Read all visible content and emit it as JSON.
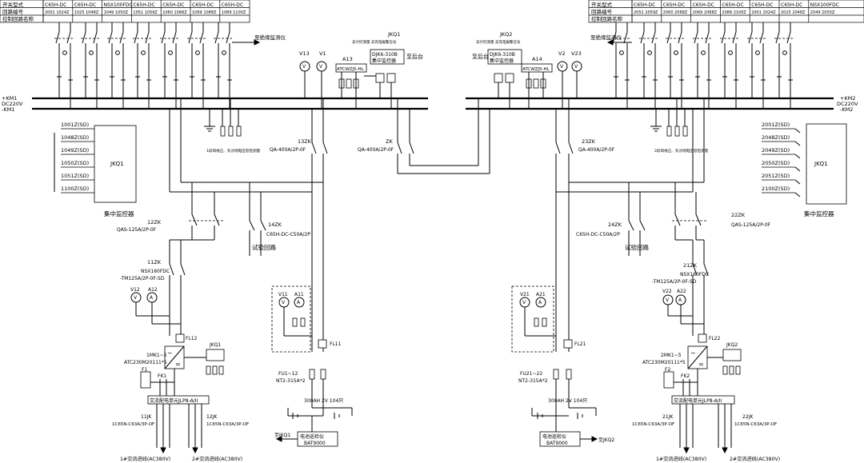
{
  "tables": {
    "left": {
      "row_labels": [
        "开关型式",
        "回路编号",
        "控制回路名称"
      ],
      "columns": [
        {
          "type": "C65H-DC",
          "code": "2001 1024Z"
        },
        {
          "type": "C65H-DC",
          "code": "1025 1048Z"
        },
        {
          "type": "NSX100FDC",
          "code": "1049 1050Z"
        },
        {
          "type": "C65H-DC",
          "code": "1051 1059Z"
        },
        {
          "type": "C65H-DC",
          "code": "1060 1068Z"
        },
        {
          "type": "C65H-DC",
          "code": "1069 1088Z"
        },
        {
          "type": "C65H-DC",
          "code": "1089 1100Z"
        }
      ]
    },
    "right": {
      "row_labels": [
        "开关型式",
        "回路编号",
        "控制回路名称"
      ],
      "columns": [
        {
          "type": "C65H-DC",
          "code": "2051 2059Z"
        },
        {
          "type": "C65H-DC",
          "code": "2060 2068Z"
        },
        {
          "type": "C65H-DC",
          "code": "2069 2088Z"
        },
        {
          "type": "C65H-DC",
          "code": "2089 2100Z"
        },
        {
          "type": "C65H-DC",
          "code": "2001 2024Z"
        },
        {
          "type": "C65H-DC",
          "code": "2025 2048Z"
        },
        {
          "type": "NSX100FDC",
          "code": "2049 2050Z"
        }
      ]
    }
  },
  "buses": {
    "left_top": "+KM1",
    "left_mid": "DC220V",
    "left_bot": "-KM1",
    "right_top": "+KM2",
    "right_mid": "DC220V",
    "right_bot": "-KM2"
  },
  "labels": {
    "left_to_monitor": "至绝缘监测仪",
    "right_to_monitor": "至绝缘监测仪",
    "jkq1_top": "JKQ1",
    "jkq1_note": "去计控测量  去充电报警信号",
    "jkq1_box": "DJK6-310B",
    "jkq1_box2": "集中监控器",
    "jkq1_out": "至后台",
    "jkq2_top": "JKQ2",
    "jkq2_note": "去计控测量  去充电报警信号",
    "jkq2_box": "DJK6-310B",
    "jkq2_box2": "集中监控器",
    "jkq2_out": "至后台",
    "v13": "V13",
    "v1": "V1",
    "v2": "V2",
    "v23": "V23",
    "a13": "A13",
    "a14": "A14",
    "atc_left": "ATCWZJ5-HL",
    "atc_right": "ATCWZJ5-HL",
    "left_note": "1段母线正、负对地电压巡检测量",
    "right_note": "2段母线正、负对地电压巡检测量",
    "k13": "13ZK",
    "k13_spec": "QA-400A/2P-0F",
    "zk": "ZK",
    "zk_spec": "QA-400A/2P-0F",
    "k23": "23ZK",
    "k23_spec": "QA-400A/2P-0F",
    "k12": "12ZK",
    "k12_spec": "QAS-125A/2P-0F",
    "k22": "22ZK",
    "k22_spec": "QAS-125A/2P-0F",
    "k14": "14ZK",
    "k14_spec": "C65H-DC-C50A/2P",
    "k24": "24ZK",
    "k24_spec": "C65H-DC-C50A/2P",
    "test_left": "试验回路",
    "test_right": "试验回路",
    "k11": "11ZK",
    "k11_spec1": "NSX160FDC",
    "k11_spec2": "-TM125A/2P-0F-SD",
    "k21": "21ZK",
    "k21_spec1": "NSX160FDC",
    "k21_spec2": "-TM125A/2P-0F-SD",
    "v12": "V12",
    "a12": "A12",
    "v22": "V22",
    "a22": "A22",
    "v11": "V11",
    "a11": "A11",
    "v21": "V21",
    "a21": "A21",
    "fl12": "FL12",
    "fl11": "FL11",
    "fl21": "FL21",
    "fl22": "FL22",
    "mk1": "1MK1~5",
    "mk1_spec": "ATC230M20111*5",
    "mk2": "2MK1~5",
    "mk2_spec": "ATC230M20111*5",
    "jkq1_small": "JKQ1",
    "jkq2_small": "JKQ2",
    "f1": "F1",
    "fk1": "FK1",
    "f2": "F2",
    "fk2": "FK2",
    "ac_left": "交流配电单元JLP8-A/II",
    "ac_right": "交流配电单元JLP8-A/II",
    "k11j": "11JK",
    "k11j_spec": "1C65N-C63A/3P-OF",
    "k12j": "12JK",
    "k12j_spec": "1C65N-C63A/3P-OF",
    "k21j": "21JK",
    "k21j_spec": "1C65N-C63A/3P-OF",
    "k22j": "22JK",
    "k22j_spec": "1C65N-C63A/3P-OF",
    "ac_in_1": "1#交流进线(AC380V)",
    "ac_in_2": "2#交流进线(AC380V)",
    "ac_in_3": "1#交流进线(AC380V)",
    "ac_in_4": "2#交流进线(AC380V)",
    "fu_left": "FU1~12",
    "fu_left_spec": "NT2-315A*2",
    "fu_right": "FU21~22",
    "fu_right_spec": "NT2-315A*2",
    "batt_left": "300AH  2V  104只",
    "batt_right": "300AH  2V  104只",
    "batt_mon_left_to": "至JKQ1",
    "batt_mon_left": "电池巡检仪",
    "batt_mon_left_model": "BAT9000",
    "batt_mon_right_to": "至JKQ2",
    "batt_mon_right": "电池巡检仪",
    "batt_mon_right_model": "BAT9000",
    "jkq_left_big": "JKQ1",
    "jkq_left_caption": "集中监控器",
    "jkq_right_big": "JKQ1",
    "jkq_right_caption": "集中监控器"
  },
  "sd_left": [
    "1001Z(SD)",
    "1048Z(SD)",
    "1049Z(SD)",
    "1050Z(SD)",
    "1051Z(SD)",
    "1100Z(SD)"
  ],
  "sd_right": [
    "2001Z(SD)",
    "2048Z(SD)",
    "2049Z(SD)",
    "2050Z(SD)",
    "2051Z(SD)",
    "2100Z(SD)"
  ]
}
